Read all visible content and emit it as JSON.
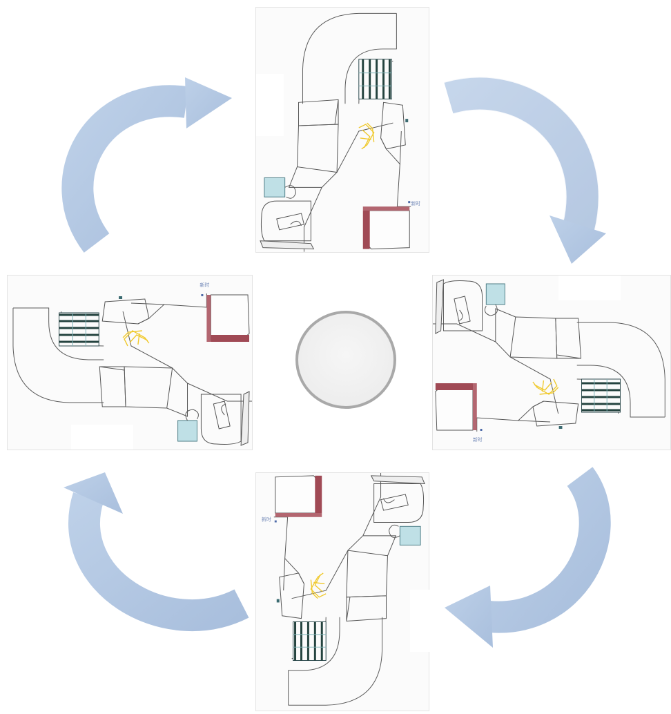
{
  "diagram": {
    "type": "rotation-cycle",
    "panels": [
      {
        "id": "top",
        "rotation_deg": 0,
        "label": "新时"
      },
      {
        "id": "right",
        "rotation_deg": 90,
        "label": "新时"
      },
      {
        "id": "bottom",
        "rotation_deg": 180,
        "label": "新时"
      },
      {
        "id": "left",
        "rotation_deg": 270,
        "label": "新时"
      }
    ],
    "center": {
      "shape": "circle"
    },
    "arrow_color": "#b5c8e2",
    "arrow_edge_color": "#d8e3f1",
    "sketch_colors": {
      "line": "#555555",
      "window": "#1f3a3e",
      "tile": "#9fcfd8",
      "door": "#a04a55",
      "chair": "#f2d33a"
    }
  }
}
